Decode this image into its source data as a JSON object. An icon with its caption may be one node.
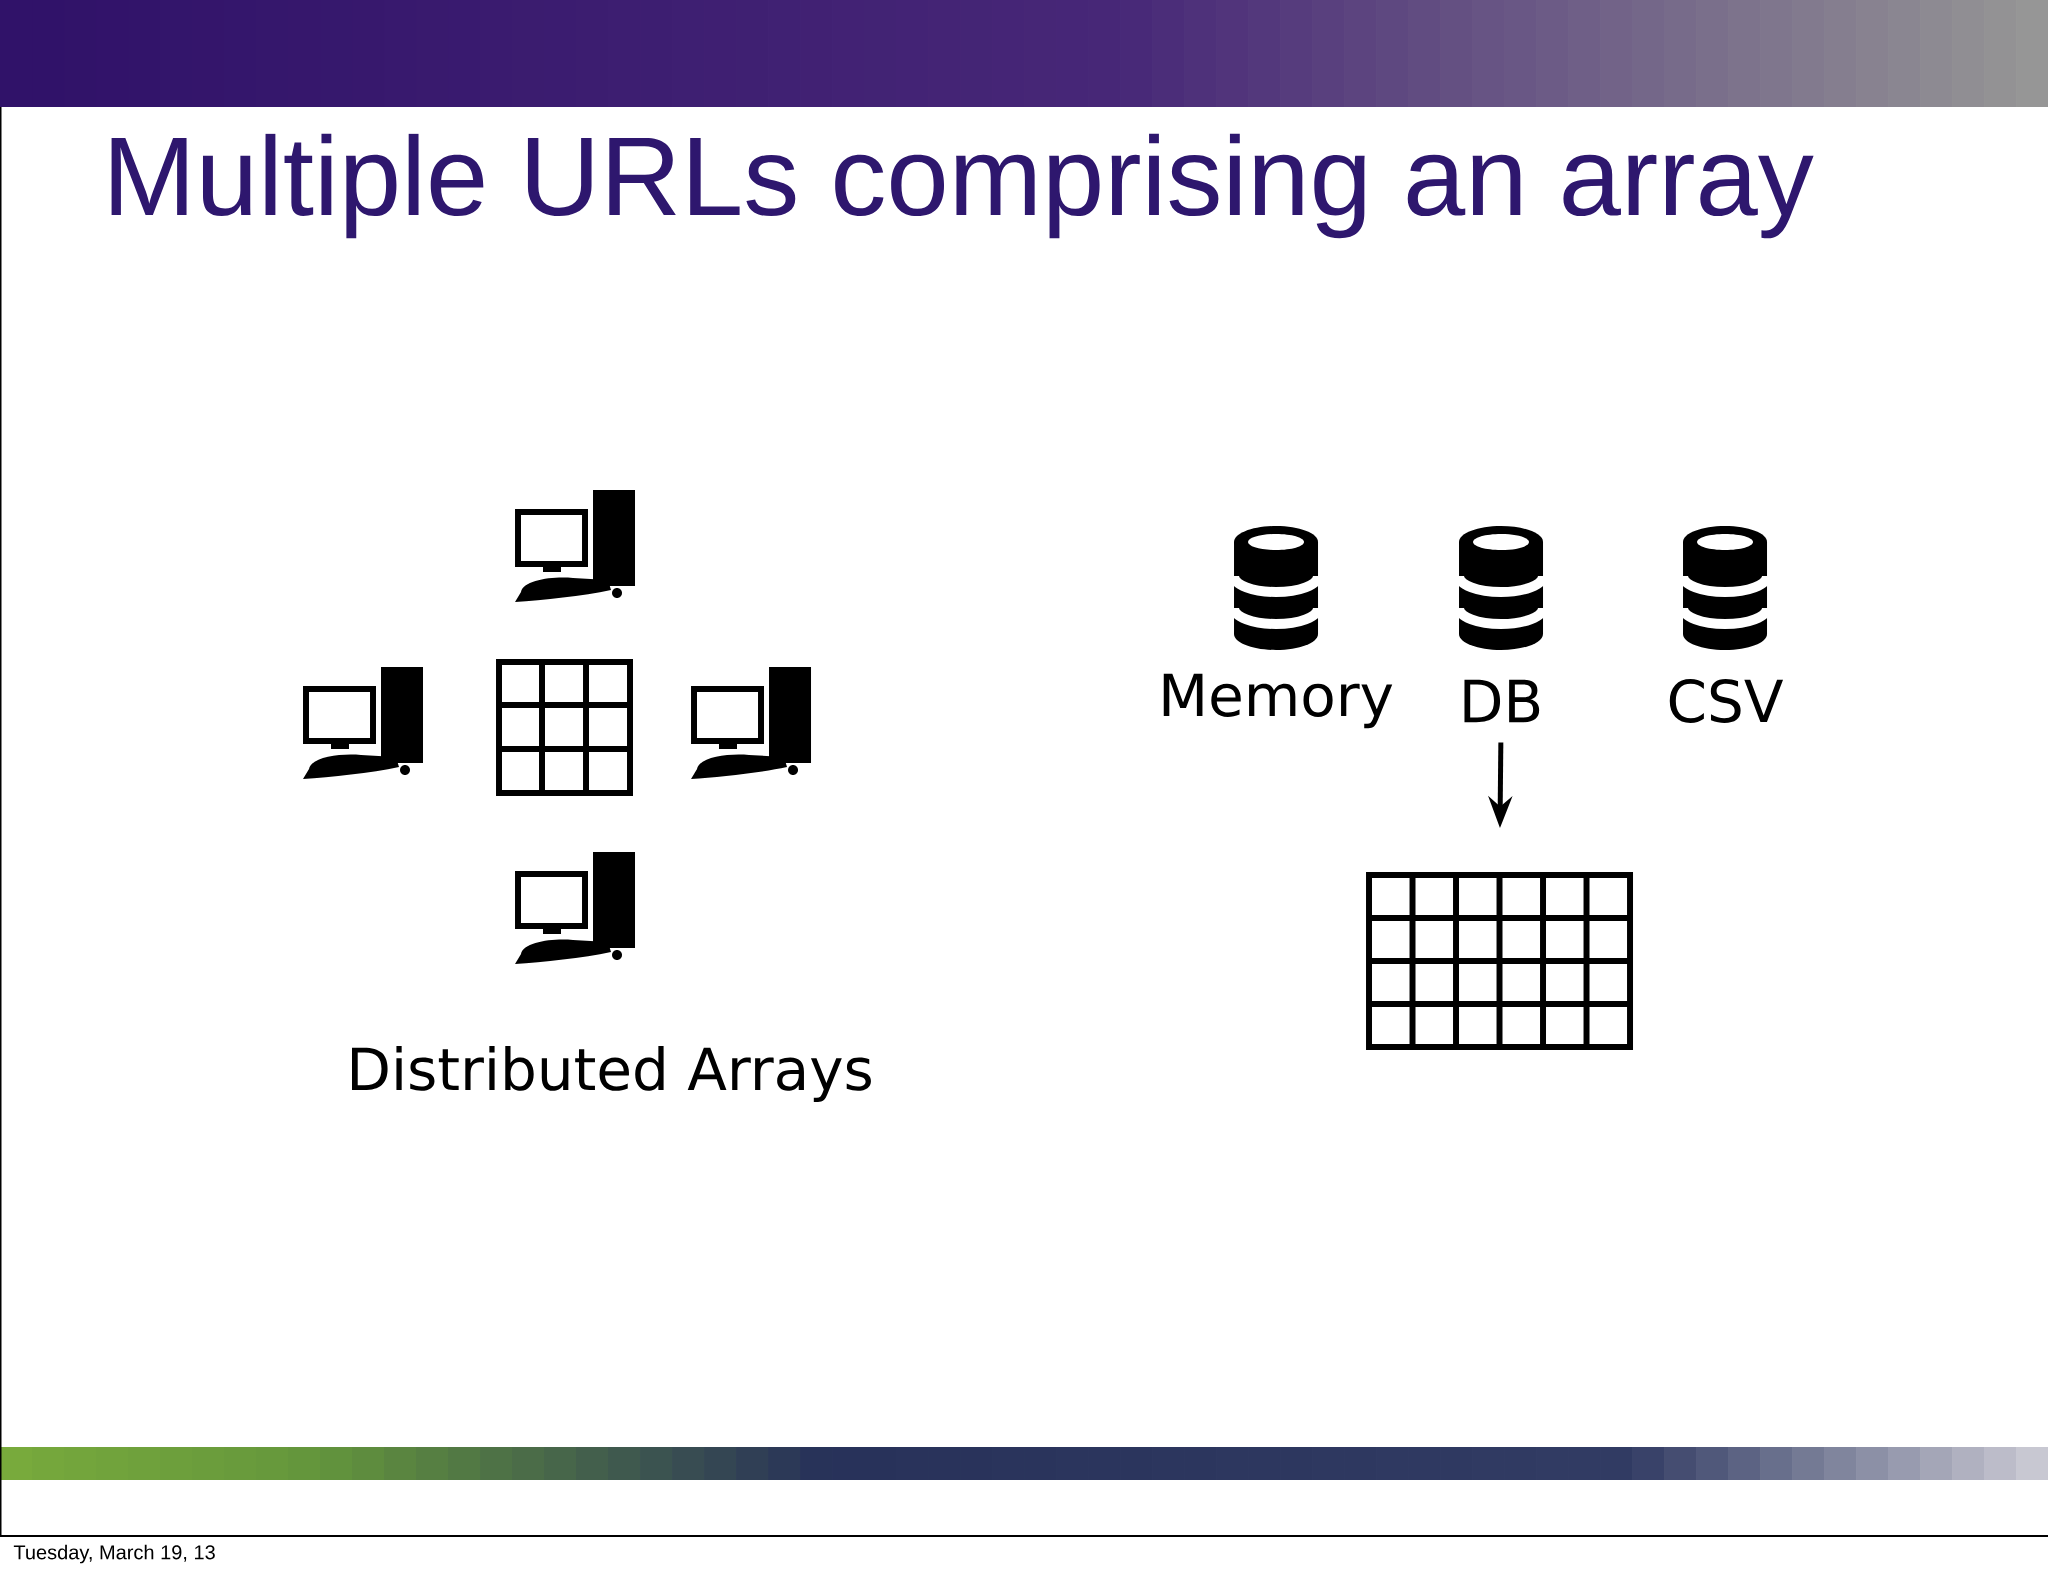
{
  "diagram": {
    "title": "Multiple URLs comprising an array",
    "nodes": [
      {
        "text": [
          "Memory"
        ]
      },
      {
        "text": [
          "DB"
        ]
      },
      {
        "text": [
          "CSV"
        ]
      },
      {
        "text": [],
        "shape": "grid"
      }
    ],
    "edges": [
      {
        "from": 1,
        "to": 3,
        "arrow": "to"
      }
    ],
    "labels": [
      "Distributed Arrays",
      "Tuesday, March 19, 13"
    ]
  }
}
